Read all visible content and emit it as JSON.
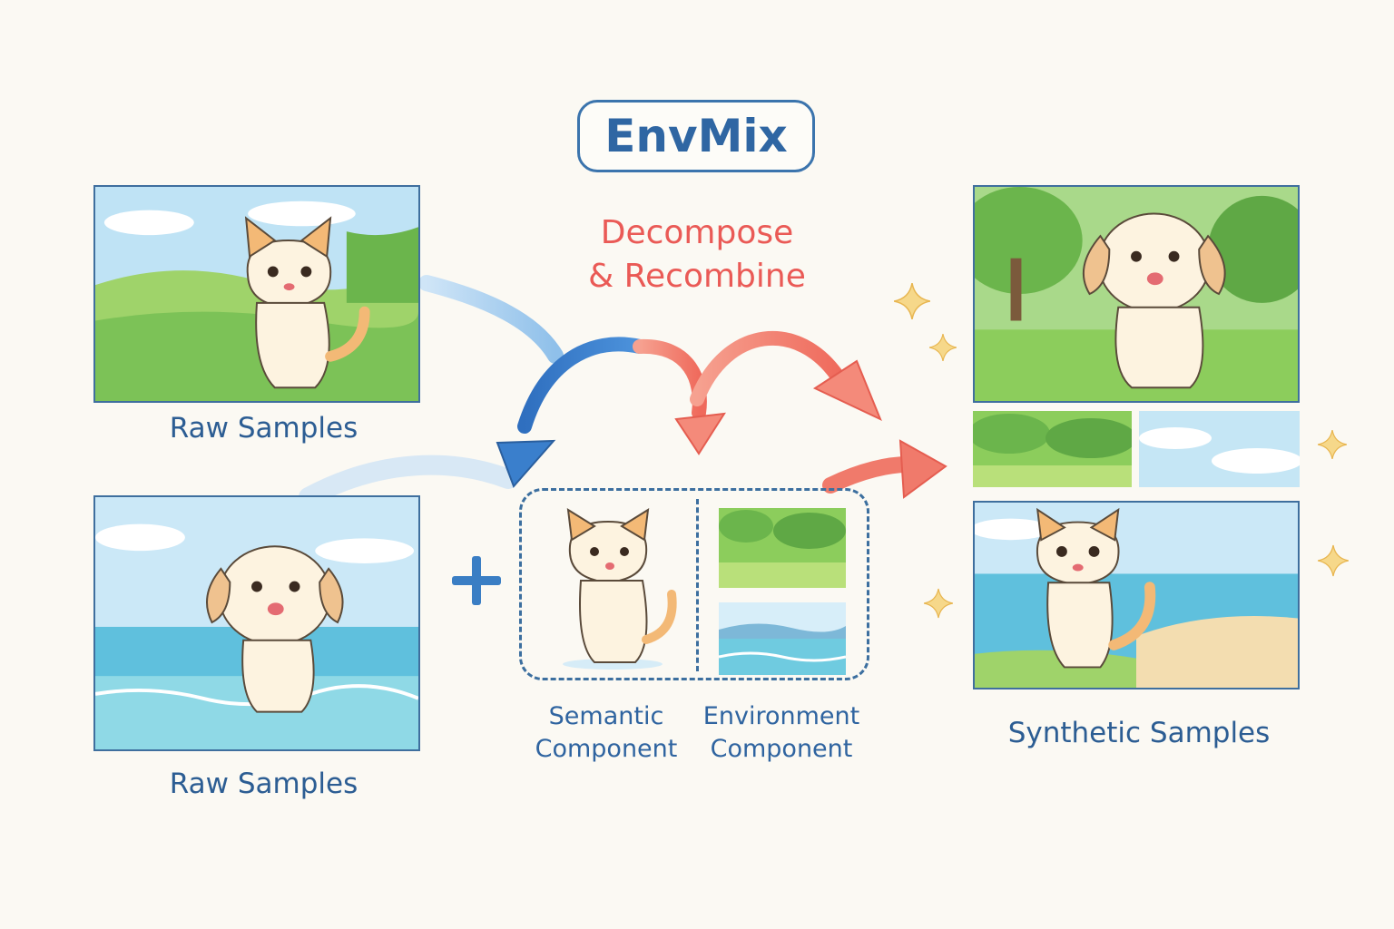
{
  "title": "EnvMix",
  "subtitle_line1": "Decompose",
  "subtitle_line2": "& Recombine",
  "raw_samples": [
    {
      "label": "Raw Samples",
      "subject": "cat",
      "environment": "grassland"
    },
    {
      "label": "Raw Samples",
      "subject": "dog",
      "environment": "sea"
    }
  ],
  "components": {
    "semantic_line1": "Semantic",
    "semantic_line2": "Component",
    "environment_line1": "Environment",
    "environment_line2": "Component"
  },
  "synthetic_samples": {
    "label": "Synthetic Samples",
    "items": [
      {
        "subject": "dog",
        "environment": "forest"
      },
      {
        "subject": "cat",
        "environment": "beach"
      }
    ]
  },
  "colors": {
    "title": "#2f66a3",
    "subtitle": "#ea5a56",
    "label": "#2c5d93",
    "blue_arrow": "#3a7fcc",
    "red_arrow": "#f27a6c",
    "sparkle": "#f3c66b"
  }
}
